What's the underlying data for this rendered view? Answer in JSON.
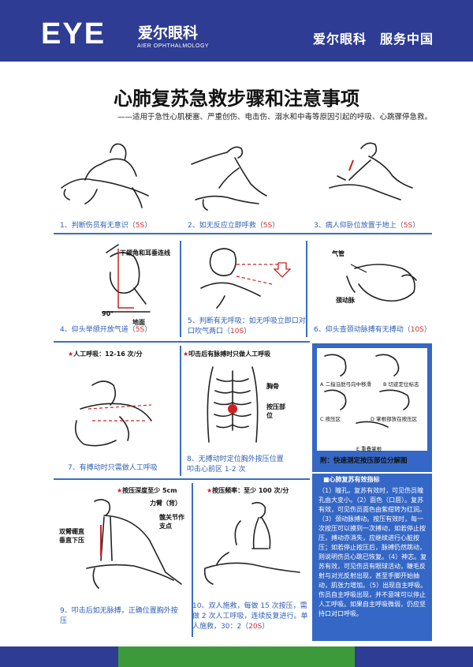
{
  "header": {
    "logo_mark": "EYE",
    "brand_cn": "爱尔眼科",
    "brand_en": "AIER OPHTHALMOLOGY",
    "slogan": "爱尔眼科　服务中国"
  },
  "title": "心肺复苏急救步骤和注意事项",
  "subtitle": "——适用于急性心肌梗塞、严重创伤、电击伤、溺水和中毒等原因引起的呼吸、心跳骤停急救。",
  "steps": [
    {
      "text": "1、判断伤员有无意识（",
      "sec": "5S",
      "end": "）"
    },
    {
      "text": "2、如无反应立即呼救（",
      "sec": "5S",
      "end": "）"
    },
    {
      "text": "3、病人仰卧位放置于地上（",
      "sec": "5S",
      "end": "）"
    },
    {
      "text": "4、仰头举颌开放气道（",
      "sec": "5S",
      "end": "）"
    },
    {
      "text": "5、判断有无呼吸：如无呼吸立即口对口吹气两口（",
      "sec": "10S",
      "end": "）"
    },
    {
      "text": "6、仰头查颈动脉搏有无搏动（",
      "sec": "10S",
      "end": "）"
    },
    {
      "text": "7、有搏动时只需做人工呼吸",
      "sec": "",
      "end": ""
    },
    {
      "text": "8、无搏动时定位胸外按压位置叩击心前区 1-2 次",
      "sec": "",
      "end": ""
    },
    {
      "text": "9、叩击后如无脉搏，正确位置胸外按压",
      "sec": "",
      "end": ""
    },
    {
      "text": "10、双人施救，每做 15 次按压，需做 2 次人工呼吸，连续反复进行。单人施救，30：2（",
      "sec": "20S",
      "end": "）"
    }
  ],
  "labels": {
    "s4_line": "下颌角和耳垂连线",
    "s4_angle": "90°",
    "s4_ground": "地面",
    "s6_trachea": "气管",
    "s6_artery": "颈动脉",
    "s7_breath": "人工呼吸：12-16 次/分",
    "s8_note": "叩击后有脉搏时只做人工呼吸",
    "s8_sternum": "胸骨",
    "s8_press": "按压部位",
    "s9_depth": "按压深度至少 5cm",
    "s9_force": "力臂（背）",
    "s9_hip": "髋关节作支点",
    "s9_arm": "双臂绷直垂直下压",
    "s10_rate": "按压频率：至少 100 次/分"
  },
  "panel": {
    "sub_a": "A 二指沿肋弓向中移滑",
    "sub_b": "B 切迹定位标志",
    "sub_c": "C 按压区",
    "sub_d": "D 掌根部放在按压区",
    "sub_e": "E 重叠掌根",
    "caption": "附：快速测定按压部位分解图"
  },
  "info": {
    "heading": "■心肺复苏有效指标",
    "body": "（1）瞳孔。复苏有效时，可见伤员瞳孔由大变小。（2）面色（口唇）。复苏有效，可见伤员面色由紫绀转为红润。（3）颈动脉搏动。按压有效时，每一次按压可以摸到一次搏动，如若停止按压，搏动亦消失，应继续进行心脏按压；如若停止按压后，脉搏仍然跳动，则说明伤员心跳已恢复。（4）神志。复苏有效，可见伤员有眼球活动，睫毛反射与对光反射出现，甚至手脚开始抽动，肌张力增加。（5）出现自主呼吸。伤员自主呼吸出现，并不意味可以停止人工呼吸。如果自主呼吸微弱，仍应坚持口对口呼吸。"
  },
  "colors": {
    "header": "#2e3c93",
    "accent": "#3a6fc4",
    "caption": "#2e5fb6",
    "red": "#d02020",
    "green": "#3d9a3a"
  }
}
